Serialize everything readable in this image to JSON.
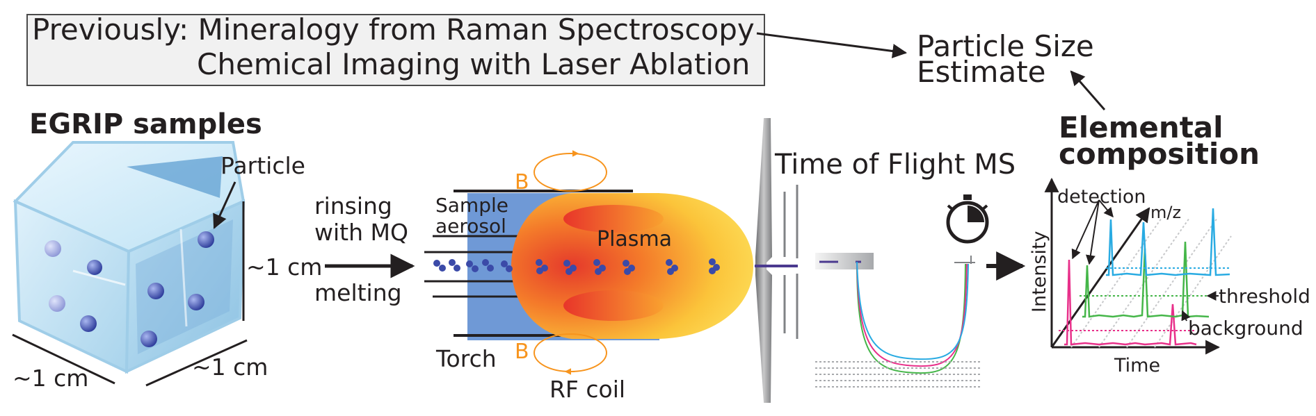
{
  "header": {
    "line1": "Previously: Mineralogy from Raman Spectroscopy",
    "line2": "Chemical Imaging with Laser Ablation"
  },
  "outputs": {
    "particle_size_line1": "Particle Size",
    "particle_size_line2": "Estimate",
    "elemental_line1": "Elemental",
    "elemental_line2": "composition"
  },
  "samples": {
    "title": "EGRIP samples",
    "particle_label": "Particle",
    "dim_height": "~1 cm",
    "dim_width": "~1 cm",
    "dim_depth": "~1 cm"
  },
  "process": {
    "rinsing_line1": "rinsing",
    "rinsing_line2": "with MQ",
    "melting": "melting"
  },
  "torch": {
    "sample_line1": "Sample",
    "sample_line2": "aerosol",
    "plasma": "Plasma",
    "torch": "Torch",
    "rf_coil": "RF coil",
    "b_top": "B",
    "b_bottom": "B"
  },
  "tof": {
    "title": "Time of Flight MS"
  },
  "spectrum": {
    "detection": "detection",
    "mz": "m/z",
    "threshold": "threshold",
    "background": "background",
    "intensity": "Intensity",
    "time": "Time"
  },
  "colors": {
    "ice_blue": "#a9d4ec",
    "plasma_hot": "#e8452a",
    "plasma_cool": "#fde25f",
    "torch_blue": "#6f99d6",
    "particle_blue": "#3b4aa8",
    "magenta": "#e8308a",
    "green": "#45b649",
    "cyan": "#29abe2",
    "orange": "#f7941d"
  }
}
